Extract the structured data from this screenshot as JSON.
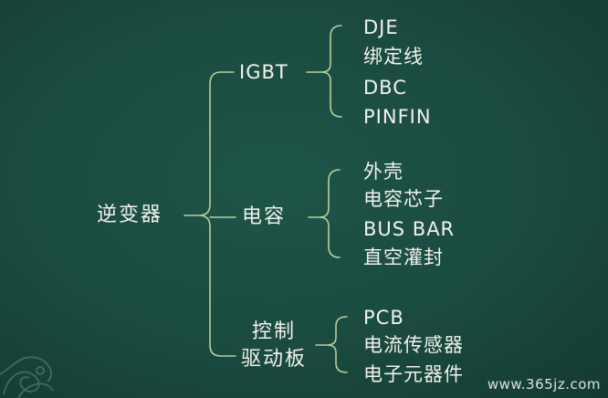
{
  "root": "逆变器",
  "groups": [
    {
      "label_lines": [
        "IGBT"
      ],
      "items": [
        "DJE",
        "绑定线",
        "DBC",
        "PINFIN"
      ]
    },
    {
      "label_lines": [
        "电容"
      ],
      "items": [
        "外壳",
        "电容芯子",
        "BUS BAR",
        "直空灌封"
      ]
    },
    {
      "label_lines": [
        "控制",
        "驱动板"
      ],
      "items": [
        "PCB",
        "电流传感器",
        "电子元器件"
      ]
    }
  ],
  "watermark": "www.365jz.com",
  "colors": {
    "background": "#1a4a40",
    "line": "#b9cf9a",
    "text": "#f2f2ec"
  }
}
